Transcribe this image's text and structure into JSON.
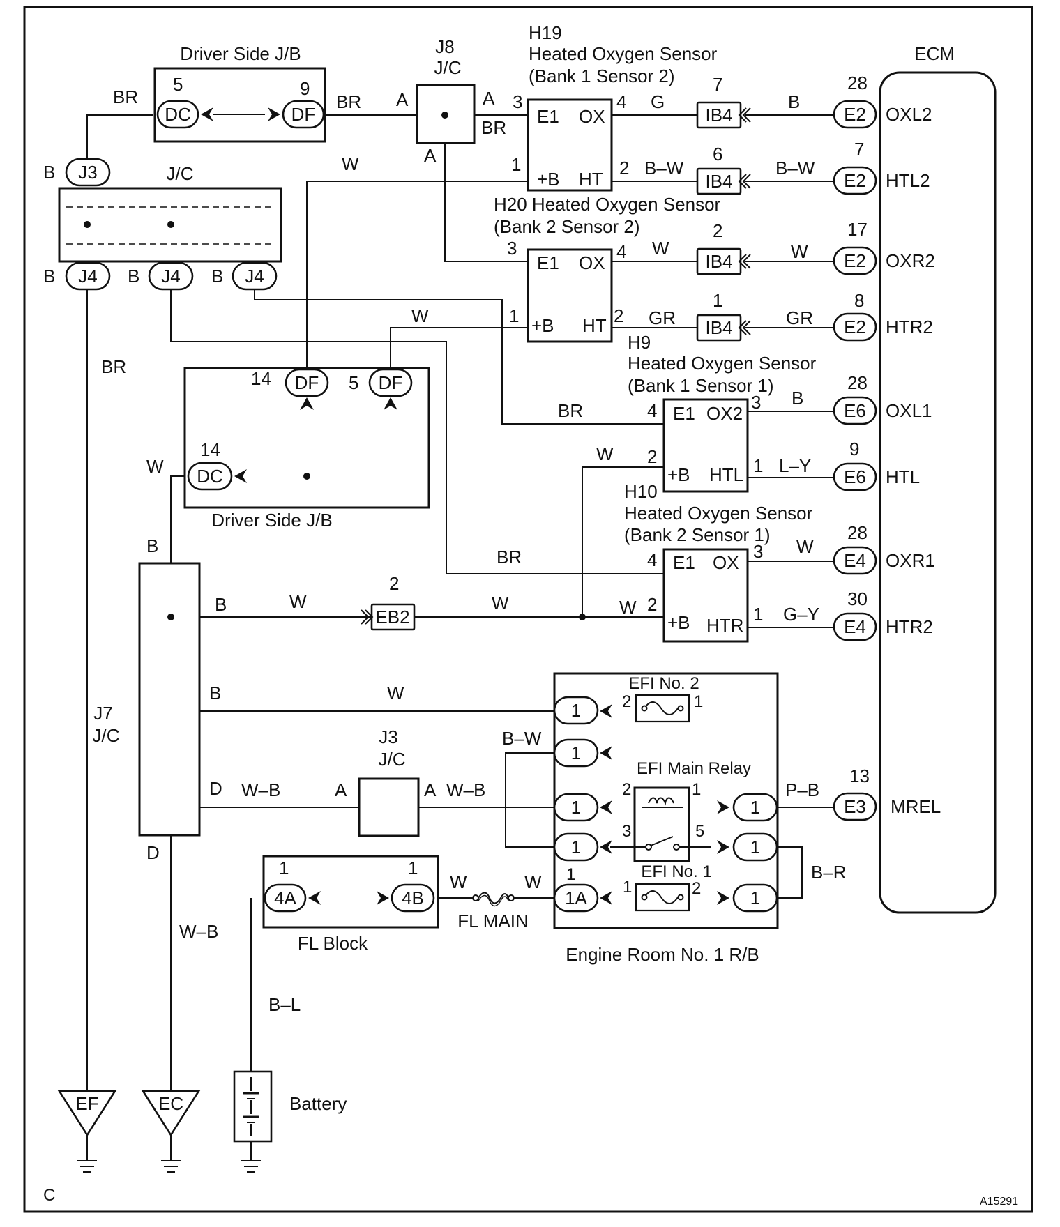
{
  "labels": {
    "djb_top": "Driver Side J/B",
    "j8": "J8",
    "jc": "J/C",
    "h19": "H19",
    "hos": "Heated Oxygen Sensor",
    "h19b": "(Bank 1 Sensor 2)",
    "ecm": "ECM",
    "h20": "H20 Heated Oxygen Sensor",
    "h20b": "(Bank 2 Sensor 2)",
    "h9": "H9",
    "h9b": "(Bank 1 Sensor 1)",
    "h10": "H10",
    "h10b": "(Bank 2 Sensor 1)",
    "djb_mid": "Driver Side J/B",
    "j7": "J7",
    "j3": "J3",
    "efi2": "EFI No. 2",
    "efimain": "EFI Main Relay",
    "efi1": "EFI No. 1",
    "er": "Engine Room No. 1 R/B",
    "fl": "FL Block",
    "flmain": "FL MAIN",
    "battery": "Battery",
    "c": "C",
    "code": "A15291"
  },
  "connectors": {
    "DC": "DC",
    "DF": "DF",
    "J3": "J3",
    "J4": "J4",
    "IB4": "IB4",
    "E2": "E2",
    "E6": "E6",
    "E4": "E4",
    "E3": "E3",
    "EB2": "EB2",
    "1": "1",
    "1A": "1A",
    "4A": "4A",
    "4B": "4B",
    "EF": "EF",
    "EC": "EC"
  },
  "sensor_pins": {
    "E1": "E1",
    "OX": "OX",
    "OX2": "OX2",
    "PB": "+B",
    "HT": "HT",
    "HTL": "HTL",
    "HTR": "HTR"
  },
  "ecm_terminals": [
    "OXL2",
    "HTL2",
    "OXR2",
    "HTR2",
    "OXL1",
    "HTL",
    "OXR1",
    "HTR2",
    "MREL"
  ],
  "wire_colors": {
    "BR": "BR",
    "B": "B",
    "W": "W",
    "G": "G",
    "BW": "B–W",
    "GR": "GR",
    "LY": "L–Y",
    "GY": "G–Y",
    "WB": "W–B",
    "PB": "P–B",
    "BR2": "B–R",
    "BL": "B–L"
  },
  "pins": {
    "p1": "1",
    "p2": "2",
    "p3": "3",
    "p4": "4",
    "p5": "5",
    "p6": "6",
    "p7": "7",
    "p8": "8",
    "p9": "9",
    "p13": "13",
    "p14": "14",
    "p17": "17",
    "p28": "28",
    "p30": "30",
    "A": "A",
    "D": "D"
  }
}
